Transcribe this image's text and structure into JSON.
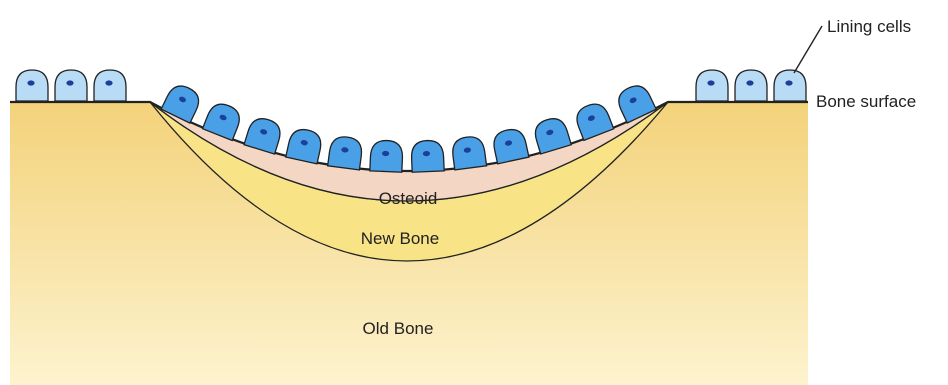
{
  "labels": {
    "lining_cells": "Lining cells",
    "bone_surface": "Bone surface",
    "osteoid": "Osteoid",
    "new_bone": "New Bone",
    "old_bone": "Old Bone"
  },
  "cells": {
    "lining_left_count": 3,
    "lining_right_count": 3,
    "osteoblast_count": 12
  },
  "colors": {
    "bone_light": "#fdf3cf",
    "bone_dark": "#f3d27a",
    "new_bone": "#f8e486",
    "osteoid": "#f3d6c4",
    "osteoblast": "#4aa0e6",
    "lining_cell": "#b9dcf6",
    "nucleus": "#1d3f9c",
    "outline": "#222222"
  }
}
